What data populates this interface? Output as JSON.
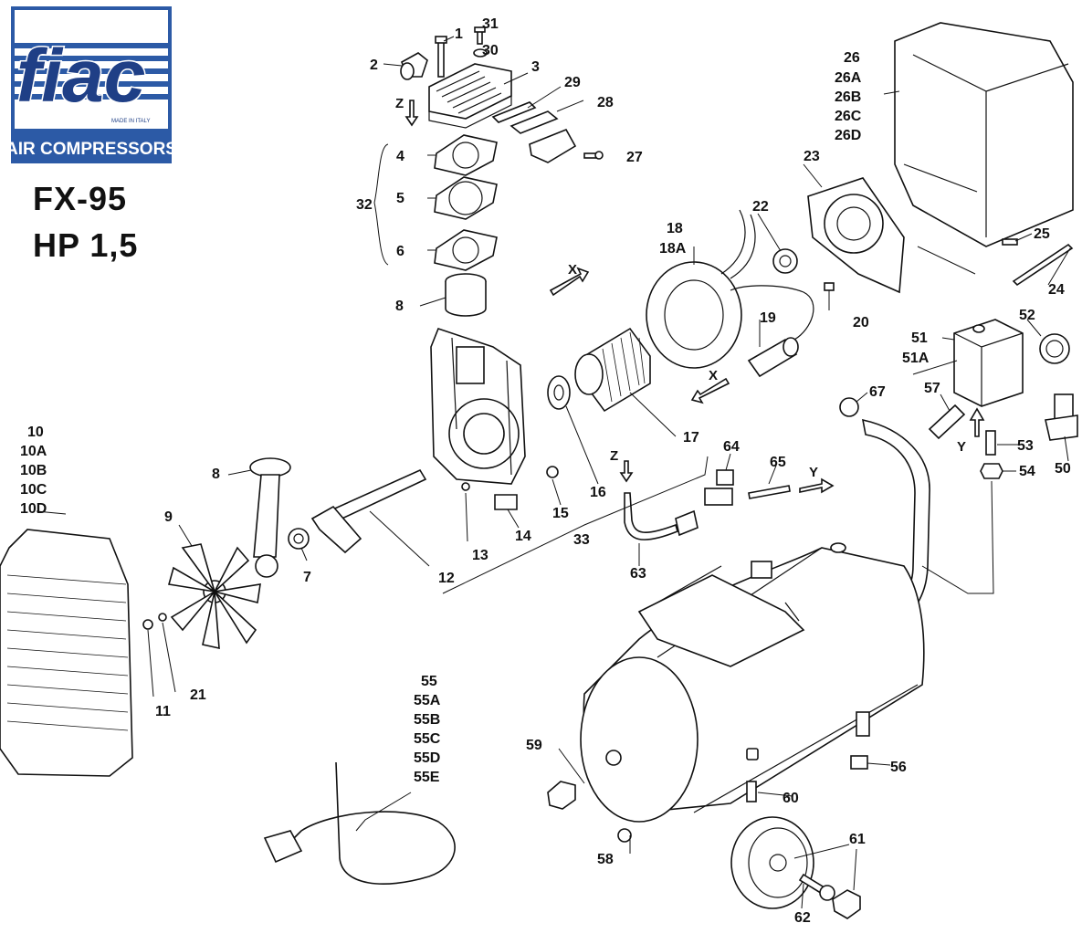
{
  "brand": {
    "logo_word": "fiac",
    "made_in": "MADE IN ITALY",
    "tagline": "AIR COMPRESSORS",
    "colors": {
      "logo_bg": "#2c5aa6",
      "logo_stripe": "#ffffff",
      "logo_text": "#1f3f86",
      "tagline_bg": "#2c5aa6"
    }
  },
  "model": {
    "name": "FX-95",
    "power": "HP 1,5"
  },
  "direction_markers": {
    "x": "X",
    "y": "Y",
    "z": "Z"
  },
  "callouts": [
    {
      "id": "c1",
      "text": "1"
    },
    {
      "id": "c2",
      "text": "2"
    },
    {
      "id": "c3",
      "text": "3"
    },
    {
      "id": "c4",
      "text": "4"
    },
    {
      "id": "c5",
      "text": "5"
    },
    {
      "id": "c6",
      "text": "6"
    },
    {
      "id": "c7",
      "text": "7"
    },
    {
      "id": "c8a",
      "text": "8"
    },
    {
      "id": "c8b",
      "text": "8"
    },
    {
      "id": "c9",
      "text": "9"
    },
    {
      "id": "c10",
      "text": "10"
    },
    {
      "id": "c10a",
      "text": "10A"
    },
    {
      "id": "c10b",
      "text": "10B"
    },
    {
      "id": "c10c",
      "text": "10C"
    },
    {
      "id": "c10d",
      "text": "10D"
    },
    {
      "id": "c11",
      "text": "11"
    },
    {
      "id": "c12",
      "text": "12"
    },
    {
      "id": "c13",
      "text": "13"
    },
    {
      "id": "c14",
      "text": "14"
    },
    {
      "id": "c15",
      "text": "15"
    },
    {
      "id": "c16",
      "text": "16"
    },
    {
      "id": "c17",
      "text": "17"
    },
    {
      "id": "c18",
      "text": "18"
    },
    {
      "id": "c18a",
      "text": "18A"
    },
    {
      "id": "c19",
      "text": "19"
    },
    {
      "id": "c20",
      "text": "20"
    },
    {
      "id": "c21",
      "text": "21"
    },
    {
      "id": "c22",
      "text": "22"
    },
    {
      "id": "c23",
      "text": "23"
    },
    {
      "id": "c24",
      "text": "24"
    },
    {
      "id": "c25",
      "text": "25"
    },
    {
      "id": "c26",
      "text": "26"
    },
    {
      "id": "c26a",
      "text": "26A"
    },
    {
      "id": "c26b",
      "text": "26B"
    },
    {
      "id": "c26c",
      "text": "26C"
    },
    {
      "id": "c26d",
      "text": "26D"
    },
    {
      "id": "c27",
      "text": "27"
    },
    {
      "id": "c28",
      "text": "28"
    },
    {
      "id": "c29",
      "text": "29"
    },
    {
      "id": "c30",
      "text": "30"
    },
    {
      "id": "c31",
      "text": "31"
    },
    {
      "id": "c32",
      "text": "32"
    },
    {
      "id": "c33",
      "text": "33"
    },
    {
      "id": "c50",
      "text": "50"
    },
    {
      "id": "c51",
      "text": "51"
    },
    {
      "id": "c51a",
      "text": "51A"
    },
    {
      "id": "c52",
      "text": "52"
    },
    {
      "id": "c53",
      "text": "53"
    },
    {
      "id": "c54",
      "text": "54"
    },
    {
      "id": "c55",
      "text": "55"
    },
    {
      "id": "c55a",
      "text": "55A"
    },
    {
      "id": "c55b",
      "text": "55B"
    },
    {
      "id": "c55c",
      "text": "55C"
    },
    {
      "id": "c55d",
      "text": "55D"
    },
    {
      "id": "c55e",
      "text": "55E"
    },
    {
      "id": "c56",
      "text": "56"
    },
    {
      "id": "c57",
      "text": "57"
    },
    {
      "id": "c58",
      "text": "58"
    },
    {
      "id": "c59",
      "text": "59"
    },
    {
      "id": "c60",
      "text": "60"
    },
    {
      "id": "c61",
      "text": "61"
    },
    {
      "id": "c62",
      "text": "62"
    },
    {
      "id": "c63",
      "text": "63"
    },
    {
      "id": "c64",
      "text": "64"
    },
    {
      "id": "c65",
      "text": "65"
    },
    {
      "id": "c67",
      "text": "67"
    }
  ]
}
